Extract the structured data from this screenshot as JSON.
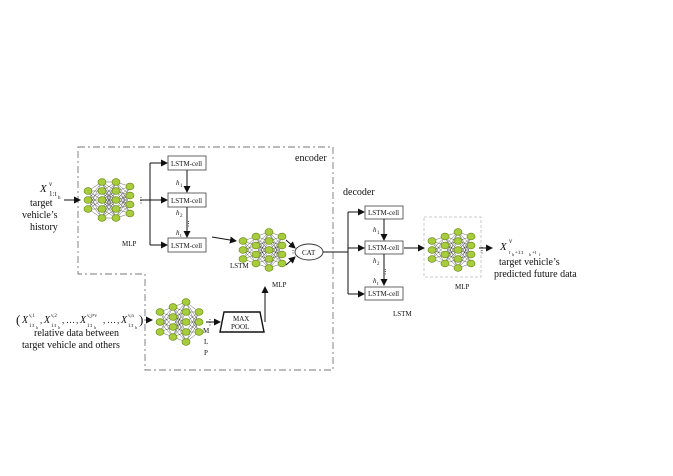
{
  "encoder": {
    "title": "encoder",
    "input_symbol": "X",
    "input_sup": "v",
    "input_sub": "1:t",
    "input_sub_sub": "h",
    "input_label_1": "target",
    "input_label_2": "vehicle’s",
    "input_label_3": "history",
    "mlp_label": "MLP",
    "lstm_cells": [
      "LSTM-cell",
      "LSTM-cell",
      "LSTM-cell"
    ],
    "hidden": [
      "h",
      "h",
      "h"
    ],
    "hidden_subs": [
      "1",
      "2",
      "t"
    ],
    "lstm_label": "LSTM",
    "mlp2_label": "MLP",
    "cat_label": "CAT",
    "maxpool_1": "MAX",
    "maxpool_2": "POOL",
    "mlp3_letters": [
      "M",
      "L",
      "P"
    ]
  },
  "relative": {
    "formula_parts": [
      "X",
      "v,1",
      "X",
      "v,2",
      "X",
      "v,j≠v",
      "X",
      "v,n"
    ],
    "formula_sub": "1:t",
    "formula_sub_sub": "h",
    "ellipsis": "…",
    "label_1": "relative data between",
    "label_2": "target vehicle and others"
  },
  "decoder": {
    "title": "decoder",
    "lstm_cells": [
      "LSTM-cell",
      "LSTM-cell",
      "LSTM-cell"
    ],
    "hidden": [
      "h",
      "h",
      "h"
    ],
    "hidden_subs": [
      "1",
      "2",
      "t"
    ],
    "lstm_label": "LSTM",
    "mlp_label": "MLP",
    "output_symbol": "X",
    "output_sup": "v",
    "output_sub": "t",
    "output_sub_rest": "+1:t",
    "output_sub_h": "h",
    "output_sub_h2": "h",
    "output_sub_f": "+t",
    "output_sub_f2": "f",
    "output_label_1": "target vehicle’s",
    "output_label_2": "predicted future data"
  },
  "colors": {
    "node_fill": "#a8cd3c",
    "node_stroke": "#6f8f1e",
    "box_dash": "#777777"
  }
}
